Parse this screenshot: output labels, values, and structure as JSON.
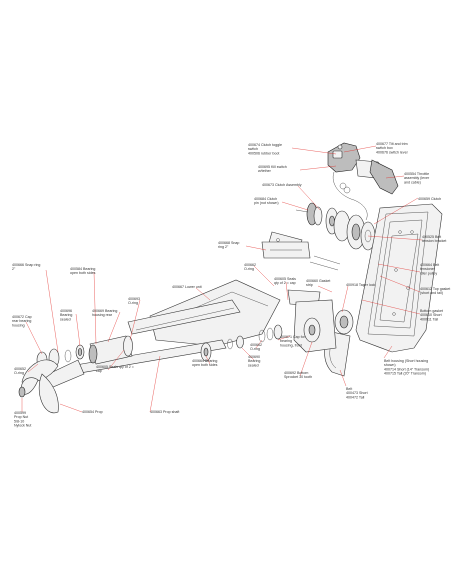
{
  "colors": {
    "leader": "#e0201b",
    "line": "#333333",
    "shade": "#bdbdbd",
    "background": "#ffffff"
  },
  "labels": {
    "l400674": [
      "400674 Clutch toggle",
      "switch",
      "400506 rubber boot"
    ],
    "l400677": [
      "400677 Tilt and trim",
      "switch box",
      "400676 switch lever"
    ],
    "l400695": [
      "400695 Kill switch",
      "w/tether"
    ],
    "l400554": [
      "400554 Throttle",
      "assembly (lever",
      "and cable)"
    ],
    "l400673": [
      "400673 Clutch Assembly"
    ],
    "l400659": [
      "400659 Clutch"
    ],
    "l400684": [
      "400684 Clutch",
      "pin (not shown)"
    ],
    "l400525": [
      "400525 Belt",
      "tension bracket"
    ],
    "l400668": [
      "400668 Snap",
      "ring 2\""
    ],
    "l400664": [
      "400664 Belt",
      "tensioner",
      "idler pulley"
    ],
    "l400662a": [
      "400662",
      "O-ring"
    ],
    "l400666": [
      "400666 Snap ring",
      "2\""
    ],
    "l400584": [
      "400584 Bearing",
      "open both sides"
    ],
    "l400605": [
      "400605 Seals",
      "qty of 2 = cap"
    ],
    "l400660": [
      "400660 Gasket",
      "strip"
    ],
    "l400918": [
      "400918 Taper lock"
    ],
    "l400612": [
      "400612 Top gasket",
      "(short and tall)"
    ],
    "l400667": [
      "400667 Lower unit"
    ],
    "l400693": [
      "400693",
      "O-ring"
    ],
    "l400669": [
      "400669 Bearing",
      "housing rear"
    ],
    "l400696": [
      "400696",
      "Bearing",
      "sealed"
    ],
    "l400610": [
      "Bottom gasket",
      "400610 Short",
      "400611 Tall"
    ],
    "l400672": [
      "400672 Cap",
      "rear bearing",
      "housing"
    ],
    "l400671": [
      "400671 Cap for",
      "bearing",
      "housing, front"
    ],
    "l400652": [
      "400652",
      "O-ring"
    ],
    "l400605b": [
      "400605 Seals qty of 2 =",
      "cap"
    ],
    "l400664b": [
      "400664 Bearing",
      "open both sides"
    ],
    "l400692": [
      "400692 Bottom",
      "Sprocket 30 tooth"
    ],
    "l400690": [
      "400690",
      "Bearing",
      "sealed"
    ],
    "l400662b": [
      "400662",
      "O-ring"
    ],
    "l400599": [
      "400599",
      "Prop Nut",
      "5/8-10",
      "Nylock Nut"
    ],
    "l400654": [
      "400654 Prop"
    ],
    "l400663": [
      "400663 Prop shaft"
    ],
    "lbelt": [
      "Belt",
      "400473 Short",
      "400472 Tall"
    ],
    "lbelthousing": [
      "Belt housing  (Short housing",
      "shown)",
      "400714 Short (14\" Transom)",
      "400715 Tall (20\" Transom)"
    ]
  }
}
